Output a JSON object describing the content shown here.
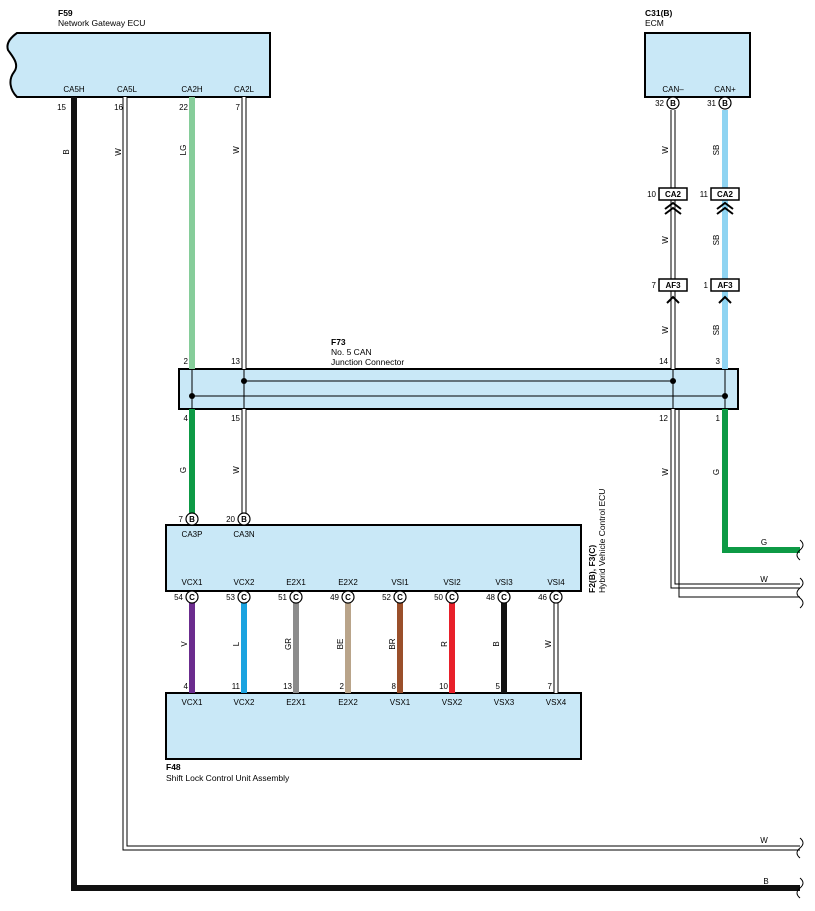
{
  "components": {
    "f59": {
      "code": "F59",
      "name": "Network Gateway ECU",
      "pins": [
        "CA5H",
        "CA5L",
        "CA2H",
        "CA2L"
      ],
      "pin_numbers": [
        "15",
        "16",
        "22",
        "7"
      ]
    },
    "c31": {
      "code": "C31(B)",
      "name": "ECM",
      "pins": [
        "CAN–",
        "CAN+"
      ],
      "pin_numbers": [
        "32",
        "31"
      ],
      "pin_badge": "B"
    },
    "f73": {
      "code": "F73",
      "name_line1": "No.  5 CAN",
      "name_line2": "Junction Connector",
      "top_pins": [
        "2",
        "13",
        "14",
        "3"
      ],
      "bottom_pins": [
        "4",
        "15",
        "12",
        "1"
      ]
    },
    "hv_ecu": {
      "code": "F2(B), F3(C)",
      "name": "Hybrid Vehicle Control ECU",
      "top_pins": [
        "CA3P",
        "CA3N"
      ],
      "top_pin_numbers": [
        "7",
        "20"
      ],
      "top_badge": "B",
      "bottom_pins": [
        "VCX1",
        "VCX2",
        "E2X1",
        "E2X2",
        "VSI1",
        "VSI2",
        "VSI3",
        "VSI4"
      ],
      "bottom_pin_numbers": [
        "54",
        "53",
        "51",
        "49",
        "52",
        "50",
        "48",
        "46"
      ],
      "bottom_badge": "C"
    },
    "f48": {
      "code": "F48",
      "name": "Shift Lock Control Unit Assembly",
      "pins": [
        "VCX1",
        "VCX2",
        "E2X1",
        "E2X2",
        "VSX1",
        "VSX2",
        "VSX3",
        "VSX4"
      ],
      "pin_numbers": [
        "4",
        "11",
        "13",
        "2",
        "8",
        "10",
        "5",
        "7"
      ]
    }
  },
  "connectors": {
    "ca2": {
      "label": "CA2",
      "pins": [
        "10",
        "11"
      ]
    },
    "af3": {
      "label": "AF3",
      "pins": [
        "7",
        "1"
      ]
    }
  },
  "wire_colors": {
    "f59_wires": [
      "B",
      "W",
      "LG",
      "W"
    ],
    "ecm_wires": [
      "W",
      "SB"
    ],
    "hv_wires": [
      "G",
      "W"
    ],
    "junction_out": [
      "W",
      "G"
    ],
    "shift_wires": [
      "V",
      "L",
      "GR",
      "BE",
      "BR",
      "R",
      "B",
      "W"
    ],
    "right_exits": [
      "G",
      "W",
      "W",
      "B"
    ]
  },
  "colors": {
    "box_fill": "#c9e8f7",
    "B": "#111111",
    "W": "#ffffff",
    "LG": "#86cd9a",
    "SB": "#8fd4f2",
    "G": "#0d9a45",
    "V": "#6b2c8e",
    "L": "#1aa3e0",
    "GR": "#8c8c8c",
    "BE": "#b9a48a",
    "BR": "#9a4f2a",
    "R": "#e8202a"
  }
}
